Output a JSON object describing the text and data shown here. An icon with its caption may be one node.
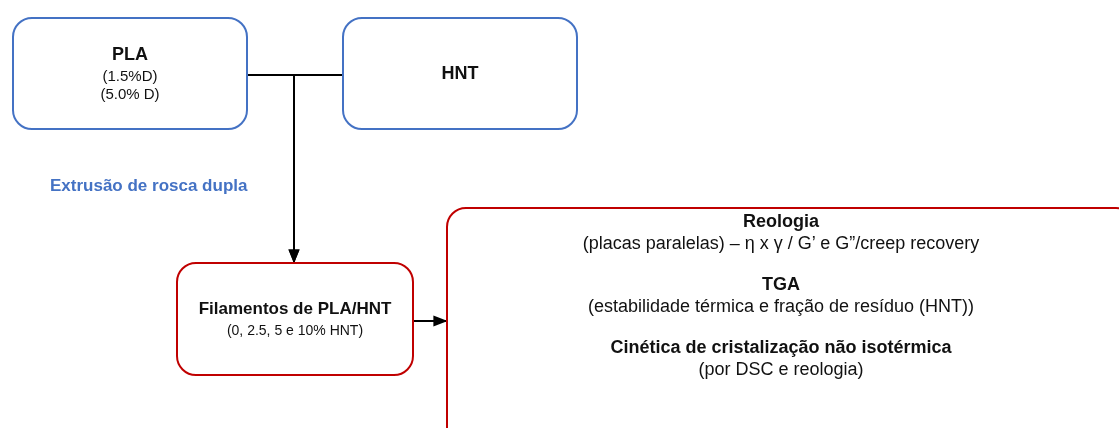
{
  "diagram": {
    "nodes": [
      {
        "text": [
          "PLA",
          "(1.5%D)",
          "(5.0% D)"
        ]
      },
      {
        "text": [
          "HNT"
        ]
      },
      {
        "text": [
          "Filamentos de PLA/HNT",
          "(0, 2.5, 5 e 10% HNT)"
        ]
      },
      {
        "text": [
          "Reologia",
          "(placas paralelas) – η x γ / G’ e G”/creep recovery",
          "TGA",
          "(estabilidade térmica e fração de resíduo (HNT))",
          "Cinética de cristalização não isotérmica",
          "(por DSC e reologia)"
        ]
      }
    ],
    "edges": [
      {
        "from": 0,
        "to": 2,
        "arrow": "to"
      },
      {
        "from": 1,
        "to": 2,
        "arrow": "to"
      },
      {
        "from": 2,
        "to": 3,
        "arrow": "to"
      }
    ],
    "labels": [
      "Extrusão de rosca dupla"
    ]
  }
}
